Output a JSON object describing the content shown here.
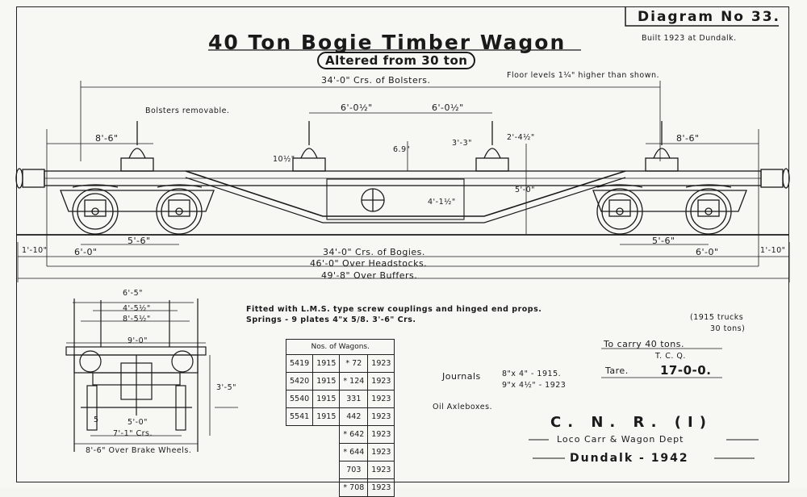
{
  "title": "40 Ton Bogie Timber Wagon",
  "subtitle": "Altered from 30 ton",
  "diagram_no": "Diagram No 33.",
  "built_note": "Built 1923 at Dundalk.",
  "floor_note": "Floor levels 1¼\" higher than shown.",
  "side_dims": {
    "bolsters_centres": "34'-0\" Crs. of Bolsters.",
    "bolsters_removable": "Bolsters removable.",
    "spacing_left": "6'-0½\"",
    "spacing_right": "6'-0½\"",
    "end_left": "8'-6\"",
    "end_right": "8'-6\"",
    "stanchion_h": "10½\"",
    "height_a": "6.9\"",
    "height_b": "3'-3\"",
    "height_c": "2'-4½\"",
    "height_d": "5'-0\"",
    "height_e": "4'-1½\"",
    "bogie_wheelbase_left": "5'-6\"",
    "bogie_wheelbase_right": "5'-6\"",
    "bogie_pivot_left": "6'-0\"",
    "bogie_pivot_right": "6'-0\"",
    "buffer_left": "1'-10\"",
    "buffer_right": "1'-10\"",
    "bogie_centres": "34'-0\" Crs. of Bogies.",
    "over_headstocks": "46'-0\" Over Headstocks.",
    "over_buffers": "49'-8\" Over Buffers."
  },
  "end_dims": {
    "width_top": "6'-5\"",
    "width_a": "4'-5½\"",
    "width_b": "8'-5½\"",
    "width_floor": "9'-0\"",
    "height": "3'-5\"",
    "axle_a": "5'-0\"",
    "axle_b": "7'-1\" Crs.",
    "brake_wheels": "8'-6\" Over Brake Wheels.",
    "journal_mark": "5"
  },
  "notes": {
    "fitted_line1": "Fitted with L.M.S. type screw couplings and hinged end props.",
    "fitted_line2": "Springs - 9 plates 4\"x 5/8. 3'-6\" Crs.",
    "trucks_line1": "(1915 trucks",
    "trucks_line2": "30 tons)",
    "carry": "To carry 40 tons.",
    "tcq": "T. C. Q.",
    "tare_label": "Tare.",
    "tare_value": "17-0-0.",
    "journals_label": "Journals",
    "journal_1915": "8\"x 4\" - 1915.",
    "journal_1923": "9\"x 4½\" - 1923",
    "axleboxes": "Oil Axleboxes."
  },
  "wagons_table": {
    "header": "Nos. of Wagons.",
    "rows": [
      [
        "5419",
        "1915",
        "* 72",
        "1923"
      ],
      [
        "5420",
        "1915",
        "* 124",
        "1923"
      ],
      [
        "5540",
        "1915",
        "331",
        "1923"
      ],
      [
        "5541",
        "1915",
        "442",
        "1923"
      ],
      [
        "",
        "",
        "* 642",
        "1923"
      ],
      [
        "",
        "",
        "* 644",
        "1923"
      ],
      [
        "",
        "",
        "703",
        "1923"
      ],
      [
        "",
        "",
        "* 708",
        "1923"
      ]
    ]
  },
  "footer": {
    "railway": "C. N. R. (I)",
    "dept": "Loco Carr & Wagon Dept",
    "place": "Dundalk - 1942"
  }
}
